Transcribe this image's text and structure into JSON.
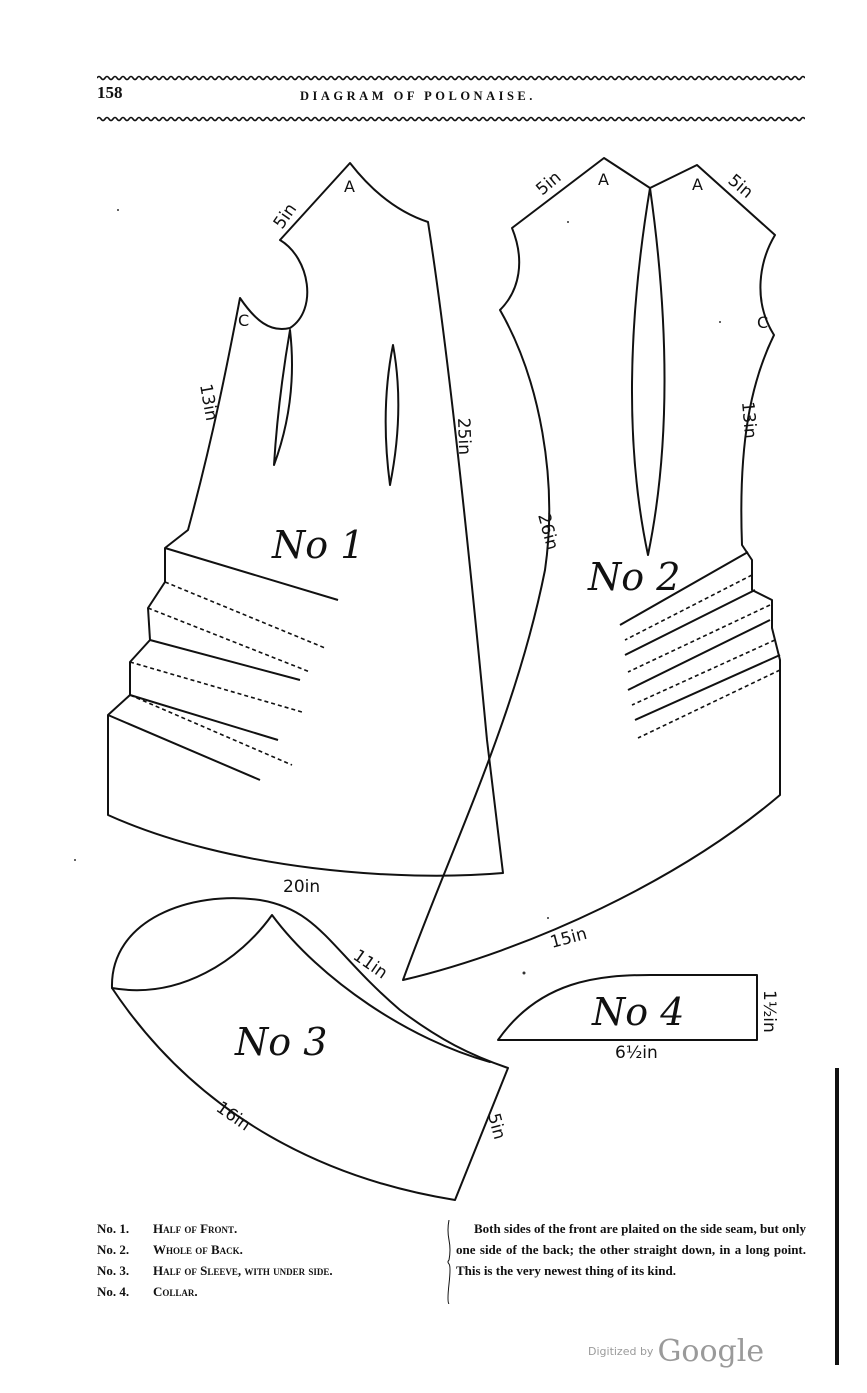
{
  "header": {
    "page_number": "158",
    "title": "DIAGRAM OF POLONAISE."
  },
  "diagram": {
    "pieces": [
      {
        "label": "No 1",
        "measurements": [
          "5in",
          "13in",
          "25in",
          "20in"
        ],
        "points": [
          "A",
          "C"
        ]
      },
      {
        "label": "No 2",
        "measurements": [
          "5in",
          "5in",
          "13in",
          "26in",
          "15in"
        ],
        "points": [
          "A",
          "A",
          "C"
        ]
      },
      {
        "label": "No 3",
        "measurements": [
          "11in",
          "16in",
          "5in"
        ],
        "points": []
      },
      {
        "label": "No 4",
        "measurements": [
          "6½in",
          "1½in"
        ],
        "points": []
      }
    ]
  },
  "legend": [
    {
      "number": "No. 1.",
      "text": "Half of Front."
    },
    {
      "number": "No. 2.",
      "text": "Whole of Back."
    },
    {
      "number": "No. 3.",
      "text": "Half of Sleeve, with under side."
    },
    {
      "number": "No. 4.",
      "text": "Collar."
    }
  ],
  "note": "Both sides of the front are plaited on the side seam, but only one side of the back; the other straight down, in a long point. This is the very newest thing of its kind.",
  "watermark": {
    "prefix": "Digitized by",
    "brand": "Google"
  }
}
